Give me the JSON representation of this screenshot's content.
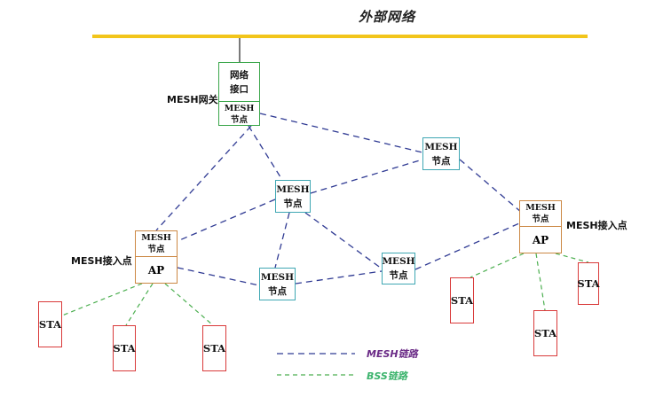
{
  "title": "外部网络",
  "gateway": {
    "label": "MESH网关",
    "top_text": "网络\n接口",
    "bottom_text": "MESH\n节点"
  },
  "mesh_nodes": [
    {
      "id": "n1",
      "text": "MESH\n节点"
    },
    {
      "id": "n2",
      "text": "MESH\n节点"
    },
    {
      "id": "n3",
      "text": "MESH\n节点"
    },
    {
      "id": "n4",
      "text": "MESH\n节点"
    }
  ],
  "access_points": [
    {
      "id": "ap1",
      "label": "MESH接入点",
      "top_text": "MESH\n节点",
      "bottom_text": "AP"
    },
    {
      "id": "ap2",
      "label": "MESH接入点",
      "top_text": "MESH\n节点",
      "bottom_text": "AP"
    }
  ],
  "stations": [
    "STA",
    "STA",
    "STA",
    "STA",
    "STA",
    "STA"
  ],
  "legend": {
    "mesh_link": "MESH链路",
    "bss_link": "BSS链路"
  },
  "colors": {
    "bus": "#f2c51a",
    "mesh_link": "#2f3a93",
    "bss_link": "#4caf50",
    "gateway_border": "#3aa64a",
    "node_border": "#3fa7b3",
    "ap_border": "#cc8844",
    "sta_border": "#d93a3a"
  }
}
